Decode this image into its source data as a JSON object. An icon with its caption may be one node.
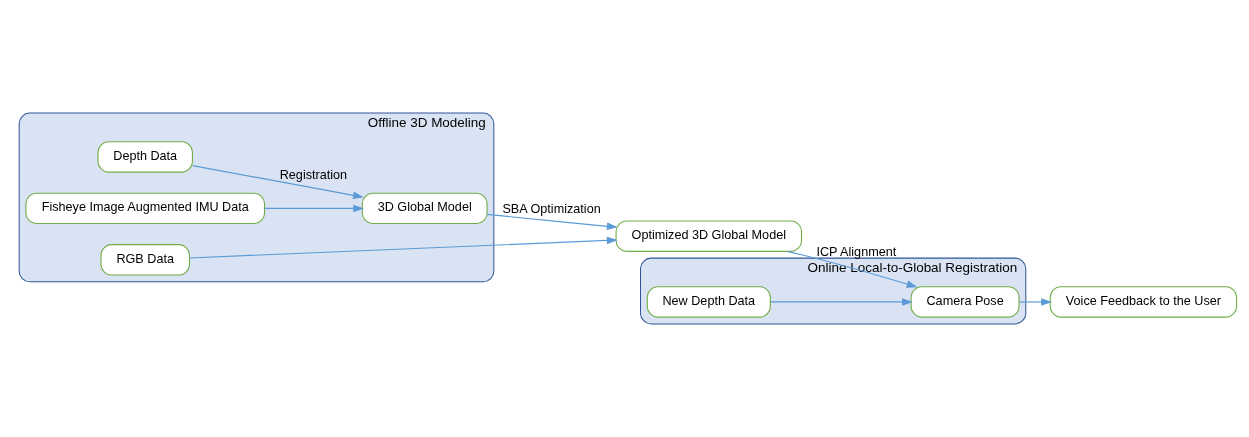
{
  "diagram": {
    "nodes": [
      {
        "text": [
          "Offline 3D Modeling"
        ]
      },
      {
        "text": [
          "Depth Data"
        ],
        "in": 0
      },
      {
        "text": [
          "Fisheye Image Augmented IMU Data"
        ],
        "in": 0
      },
      {
        "text": [
          "3D Global Model"
        ],
        "in": 0
      },
      {
        "text": [
          "RGB Data"
        ],
        "in": 0
      },
      {
        "text": [
          "Online Local-to-Global Registration"
        ]
      },
      {
        "text": [
          "Optimized 3D Global Model"
        ]
      },
      {
        "text": [
          "New Depth Data"
        ],
        "in": 5
      },
      {
        "text": [
          "Camera Pose"
        ],
        "in": 5
      },
      {
        "text": [
          "Voice Feedback to the User"
        ]
      }
    ],
    "edges": [
      {
        "from": 1,
        "to": 3,
        "arrow": "to",
        "label": "Registration"
      },
      {
        "from": 2,
        "to": 3,
        "arrow": "to"
      },
      {
        "from": 3,
        "to": 6,
        "arrow": "to",
        "label": "SBA Optimization"
      },
      {
        "from": 4,
        "to": 6,
        "arrow": "to"
      },
      {
        "from": 6,
        "to": 8,
        "arrow": "to",
        "label": "ICP Alignment"
      },
      {
        "from": 7,
        "to": 8,
        "arrow": "to"
      },
      {
        "from": 8,
        "to": 9,
        "arrow": "to"
      }
    ]
  }
}
